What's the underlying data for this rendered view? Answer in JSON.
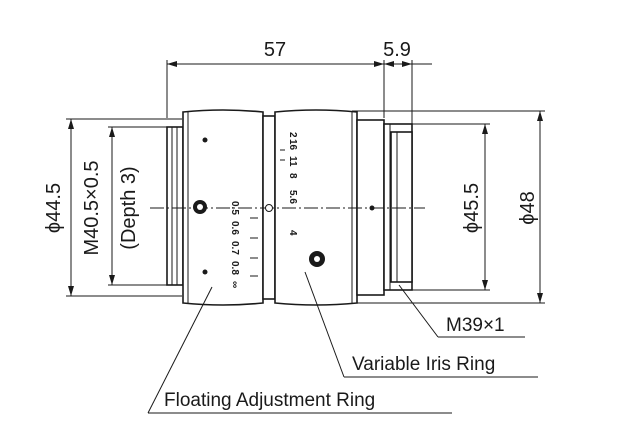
{
  "dimensions": {
    "length": "57",
    "flange": "5.9",
    "phi_front": "ϕ44.5",
    "front_thread": "M40.5×0.5",
    "front_thread_depth": "(Depth 3)",
    "phi_rear": "ϕ45.5",
    "phi_max": "ϕ48"
  },
  "callouts": {
    "rear_mount": "M39×1",
    "iris_ring": "Variable Iris Ring",
    "floating_ring": "Floating Adjustment Ring"
  },
  "iris_scale": {
    "values": [
      "2",
      "16",
      "11",
      "8",
      "5.6",
      "4"
    ]
  },
  "focus_scale": {
    "values": [
      "0.5",
      "0.6",
      "0.7",
      "0.8",
      "∞"
    ]
  }
}
